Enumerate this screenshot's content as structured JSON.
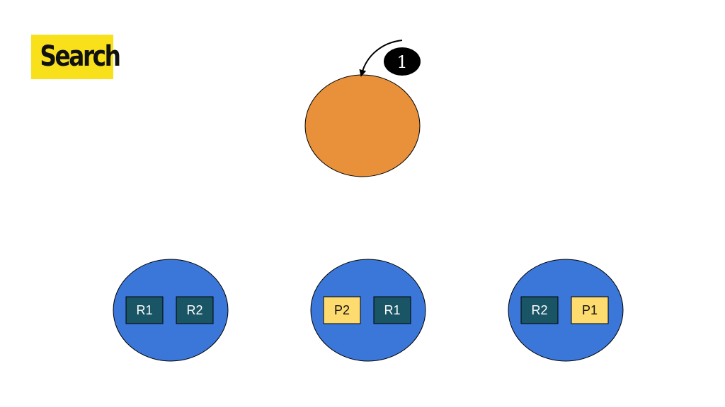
{
  "title": "Search",
  "step_badge": "1",
  "colors": {
    "coordinator": "#e8913a",
    "node": "#3b77d9",
    "replica": "#1a5566",
    "primary": "#fddb6f",
    "title_bg": "#f8e11b"
  },
  "nodes": [
    {
      "shards": [
        {
          "label": "R1",
          "kind": "replica"
        },
        {
          "label": "R2",
          "kind": "replica"
        }
      ]
    },
    {
      "shards": [
        {
          "label": "P2",
          "kind": "primary"
        },
        {
          "label": "R1",
          "kind": "replica"
        }
      ]
    },
    {
      "shards": [
        {
          "label": "R2",
          "kind": "replica"
        },
        {
          "label": "P1",
          "kind": "primary"
        }
      ]
    }
  ]
}
